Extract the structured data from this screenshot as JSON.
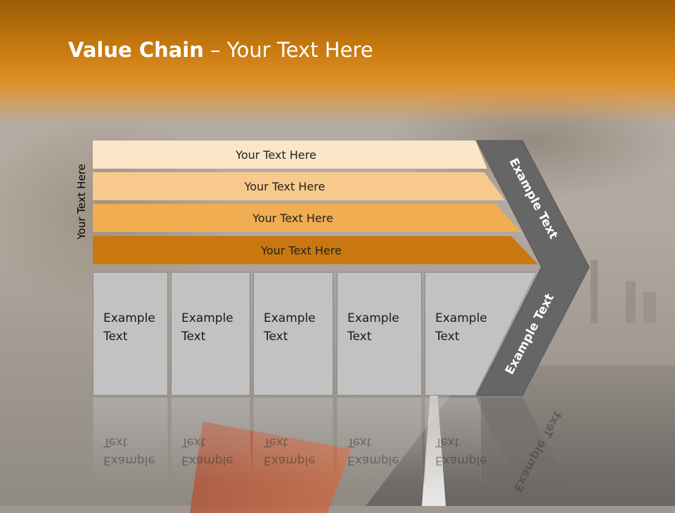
{
  "title": {
    "bold": "Value Chain",
    "rest": " – Your Text Here"
  },
  "side_label": "Your Text Here",
  "bands": [
    {
      "label": "Your Text Here"
    },
    {
      "label": "Your Text Here"
    },
    {
      "label": "Your Text Here"
    },
    {
      "label": "Your Text Here"
    }
  ],
  "boxes": [
    {
      "label": "Example Text"
    },
    {
      "label": "Example Text"
    },
    {
      "label": "Example Text"
    },
    {
      "label": "Example Text"
    },
    {
      "label": "Example Text"
    }
  ],
  "chevron": {
    "upper_label": "Example Text",
    "lower_label": "Example Text"
  },
  "colors": {
    "header": "#c87a0f",
    "band1": "#fbe6c8",
    "band2": "#f7c98c",
    "band3": "#f1ad52",
    "band4": "#c8780f",
    "chevron": "#666666",
    "box": "#c2c2c2"
  }
}
